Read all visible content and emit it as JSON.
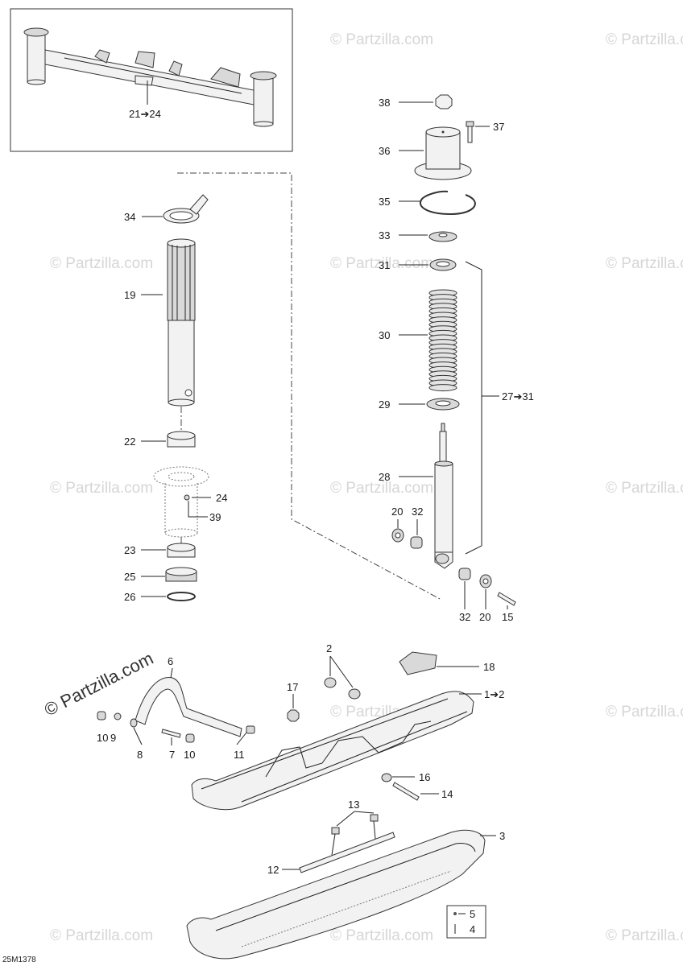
{
  "diagram_id": "25M1378",
  "watermark": "© Partzilla.com",
  "callouts": {
    "c38": "38",
    "c37": "37",
    "c36": "36",
    "c35": "35",
    "c33": "33",
    "c31": "31",
    "c30": "30",
    "c29": "29",
    "c27_31": "27➔31",
    "c28": "28",
    "c20a": "20",
    "c32a": "32",
    "c32b": "32",
    "c20b": "20",
    "c15": "15",
    "c21_24": "21➔24",
    "c34": "34",
    "c19": "19",
    "c22": "22",
    "c24": "24",
    "c39": "39",
    "c23": "23",
    "c25": "25",
    "c26": "26",
    "c2": "2",
    "c18": "18",
    "c17": "17",
    "c1_2": "1➔2",
    "c6": "6",
    "c10a": "10",
    "c9": "9",
    "c8": "8",
    "c7": "7",
    "c10b": "10",
    "c11": "11",
    "c16": "16",
    "c14": "14",
    "c13": "13",
    "c3": "3",
    "c12": "12",
    "c5": "5",
    "c4": "4"
  },
  "colors": {
    "line": "#222222",
    "watermark": "#d6d6d6",
    "fill": "#f2f2f2"
  }
}
